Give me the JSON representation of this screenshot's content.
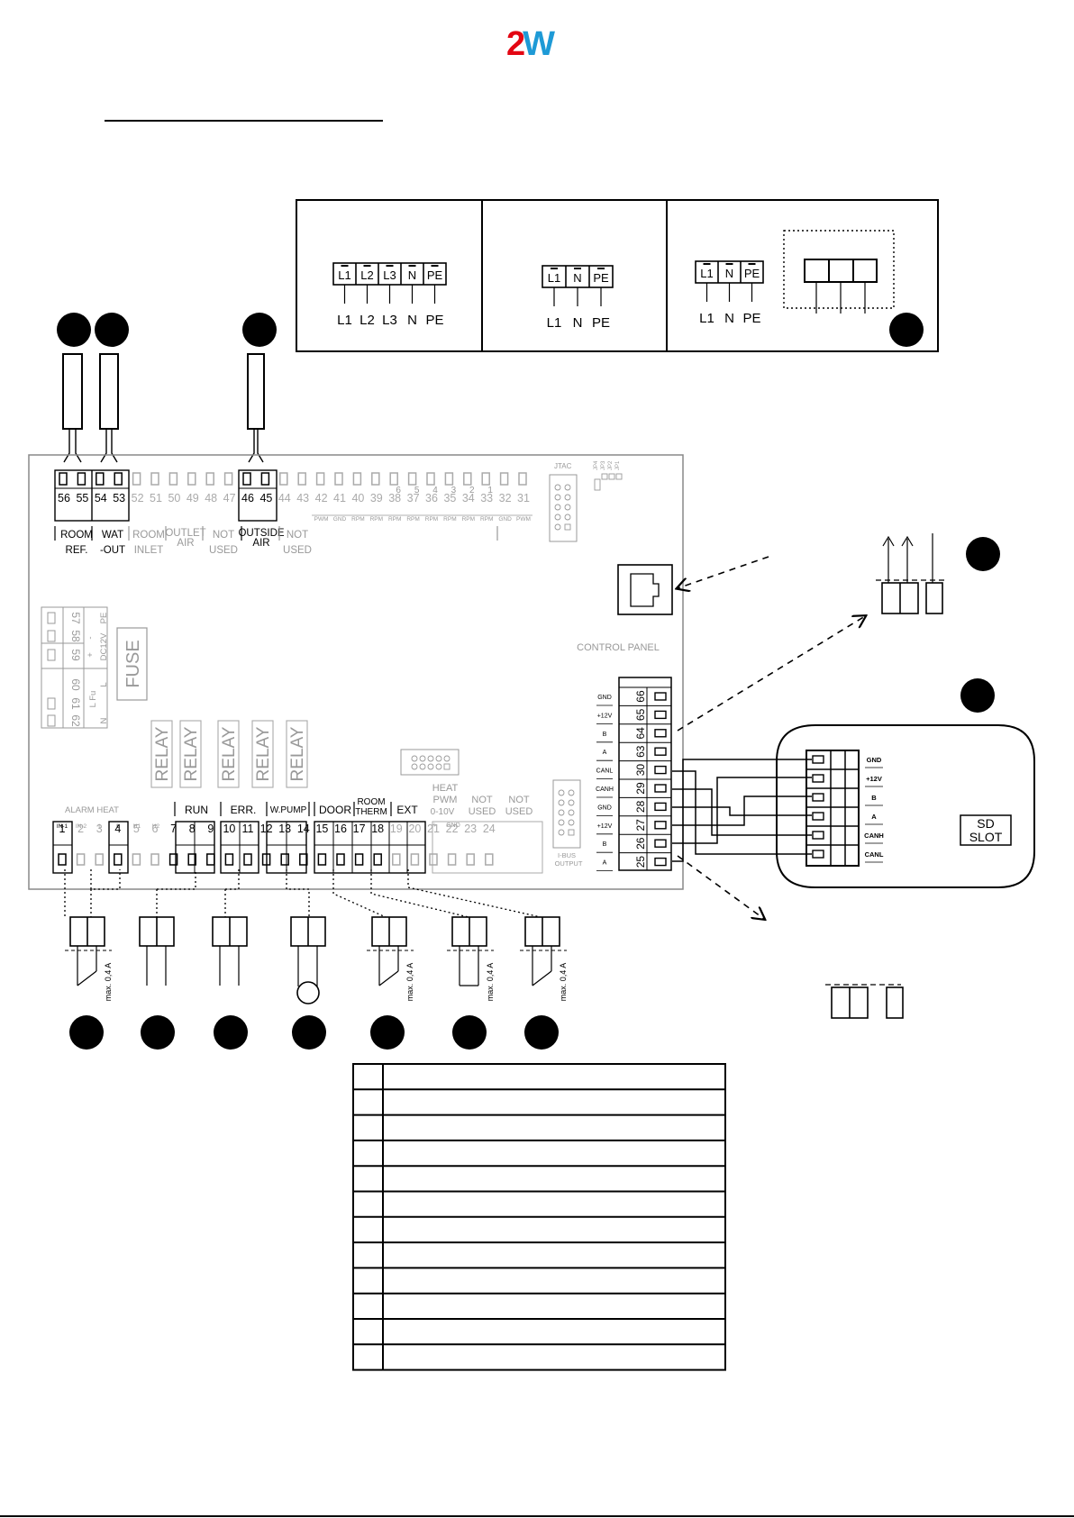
{
  "logo": {
    "text_part1": "2",
    "text_part2": "W",
    "color_red": "#e30613",
    "color_blue": "#1e9ad6"
  },
  "power_supply": {
    "three_phase": {
      "terminals": [
        "L1",
        "L2",
        "L3",
        "N",
        "PE"
      ],
      "wires": [
        "L1",
        "L2",
        "L3",
        "N",
        "PE"
      ]
    },
    "single_phase": {
      "terminals": [
        "L1",
        "N",
        "PE"
      ],
      "wires": [
        "L1",
        "N",
        "PE"
      ]
    },
    "single_phase_external": {
      "terminals": [
        "L1",
        "N",
        "PE"
      ],
      "wires": [
        "L1",
        "N",
        "PE"
      ]
    }
  },
  "board": {
    "top_terminals": [
      "56",
      "55",
      "54",
      "53",
      "52",
      "51",
      "50",
      "49",
      "48",
      "47",
      "46",
      "45",
      "44",
      "43",
      "42",
      "41",
      "40",
      "39",
      "38",
      "37",
      "36",
      "35",
      "34",
      "33",
      "32",
      "31"
    ],
    "top_small_numbers": [
      "6",
      "5",
      "4",
      "3",
      "2",
      "1"
    ],
    "top_sub_labels": [
      "PWM",
      "GND",
      "RPM",
      "RPM",
      "RPM",
      "RPM",
      "RPM",
      "RPM",
      "RPM",
      "RPM",
      "GND",
      "PWM"
    ],
    "top_group_labels": [
      {
        "l1": "ROOM",
        "l2": "REF."
      },
      {
        "l1": "WAT",
        "l2": "-OUT"
      },
      {
        "l1": "ROOM",
        "l2": "INLET"
      },
      {
        "l1": "OUTLET",
        "l2": "AIR"
      },
      {
        "l1": "NOT",
        "l2": "USED"
      },
      {
        "l1": "OUTSIDE",
        "l2": "AIR"
      },
      {
        "l1": "NOT",
        "l2": "USED"
      }
    ],
    "jtag_label": "JTAC",
    "jumpers": [
      "JP4",
      "JP3",
      "JP2",
      "JP1"
    ],
    "left_terminals": [
      "57",
      "58",
      "59",
      "60",
      "61",
      "62"
    ],
    "left_labels": {
      "pe": "PE",
      "dc": "DC12V",
      "minus": "-",
      "plus": "+",
      "l": "L",
      "lfu": "L Fu",
      "n": "N"
    },
    "fuse_label": "FUSE",
    "relay_label": "RELAY",
    "control_panel_label": "CONTROL PANEL",
    "bottom_group_labels": {
      "alarm_heat": "ALARM HEAT",
      "run": "RUN",
      "err": "ERR.",
      "wpump": "W.PUMP",
      "door": "DOOR",
      "room_therm_1": "ROOM",
      "room_therm_2": "THERM",
      "ext": "EXT",
      "heat_pwm_1": "HEAT",
      "heat_pwm_2": "PWM",
      "heat_pwm_3": "0-10V",
      "not_used_1": "NOT",
      "not_used_2": "USED"
    },
    "bottom_sub_labels": [
      "IN-1",
      "IN-2",
      "L",
      "L",
      "H1",
      "H2"
    ],
    "heat_pwm_sub": [
      "+",
      "GND"
    ],
    "bottom_terminals": [
      "1",
      "2",
      "3",
      "4",
      "5",
      "6",
      "7",
      "8",
      "9",
      "10",
      "11",
      "12",
      "13",
      "14",
      "15",
      "16",
      "17",
      "18",
      "19",
      "20",
      "21",
      "22",
      "23",
      "24"
    ],
    "ibus_label_1": "I-BUS",
    "ibus_label_2": "OUTPUT",
    "side_terminals": [
      {
        "num": "66",
        "label": "GND"
      },
      {
        "num": "65",
        "label": "+12V"
      },
      {
        "num": "64",
        "label": "B"
      },
      {
        "num": "63",
        "label": "A"
      },
      {
        "num": "30",
        "label": "CANL"
      },
      {
        "num": "29",
        "label": "CANH"
      },
      {
        "num": "28",
        "label": "GND"
      },
      {
        "num": "27",
        "label": "+12V"
      },
      {
        "num": "26",
        "label": "B"
      },
      {
        "num": "25",
        "label": "A"
      }
    ]
  },
  "sd_module": {
    "labels": [
      "GND",
      "+12V",
      "B",
      "A",
      "CANH",
      "CANL"
    ],
    "sd_1": "SD",
    "sd_2": "SLOT"
  },
  "load_note": "max. 0,4 A"
}
